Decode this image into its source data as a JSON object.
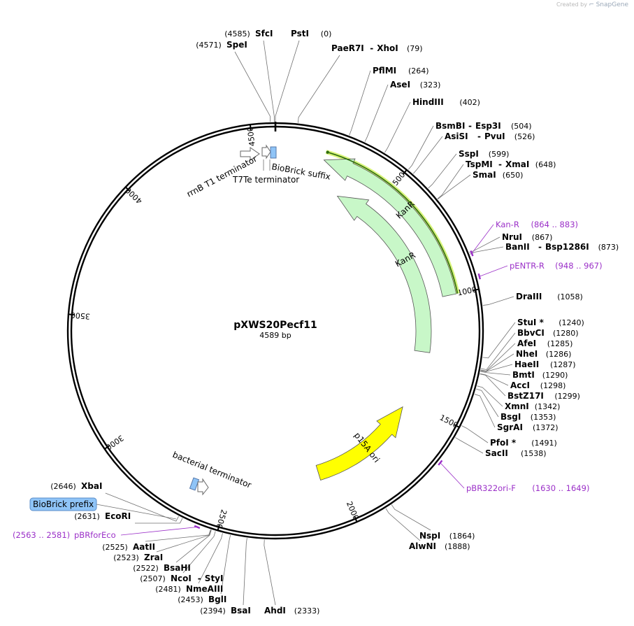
{
  "credit": {
    "prefix": "Created by",
    "brand": "SnapGene"
  },
  "plasmid": {
    "name": "pXWS20Pecf11",
    "size": 4589,
    "size_label": "4589 bp"
  },
  "ticks": [
    {
      "bp": 500,
      "label": "500"
    },
    {
      "bp": 1000,
      "label": "1000"
    },
    {
      "bp": 1500,
      "label": "1500"
    },
    {
      "bp": 2000,
      "label": "2000"
    },
    {
      "bp": 2500,
      "label": "2500"
    },
    {
      "bp": 3000,
      "label": "3000"
    },
    {
      "bp": 3500,
      "label": "3500"
    },
    {
      "bp": 4000,
      "label": "4000"
    },
    {
      "bp": 4500,
      "label": "4500"
    }
  ],
  "enzymes": [
    {
      "bp": 4585,
      "name": "SfcI",
      "pos": "(4585)",
      "side": "L"
    },
    {
      "bp": 4571,
      "name": "SpeI",
      "pos": "(4571)",
      "side": "L"
    },
    {
      "bp": 0,
      "name": "PstI",
      "pos": "(0)",
      "side": "R"
    },
    {
      "bp": 79,
      "name": "PaeR7I",
      "name2": "XhoI",
      "pos": "(79)",
      "side": "R"
    },
    {
      "bp": 264,
      "name": "PflMI",
      "pos": "(264)",
      "side": "R"
    },
    {
      "bp": 323,
      "name": "AseI",
      "pos": "(323)",
      "side": "R"
    },
    {
      "bp": 402,
      "name": "HindIII",
      "pos": "(402)",
      "side": "R"
    },
    {
      "bp": 504,
      "name": "BsmBI",
      "name2": "Esp3I",
      "pos": "(504)",
      "side": "R"
    },
    {
      "bp": 526,
      "name": "AsiSI",
      "name2": "PvuI",
      "pos": "(526)",
      "side": "R"
    },
    {
      "bp": 599,
      "name": "SspI",
      "pos": "(599)",
      "side": "R"
    },
    {
      "bp": 648,
      "name": "TspMI",
      "name2": "XmaI",
      "pos": "(648)",
      "side": "R"
    },
    {
      "bp": 650,
      "name": "SmaI",
      "pos": "(650)",
      "side": "R"
    },
    {
      "bp": 867,
      "name": "NruI",
      "pos": "(867)",
      "side": "R"
    },
    {
      "bp": 873,
      "name": "BanII",
      "name2": "Bsp1286I",
      "pos": "(873)",
      "side": "R"
    },
    {
      "bp": 1058,
      "name": "DraIII",
      "pos": "(1058)",
      "side": "R"
    },
    {
      "bp": 1240,
      "name": "StuI *",
      "pos": "(1240)",
      "side": "R"
    },
    {
      "bp": 1280,
      "name": "BbvCI",
      "pos": "(1280)",
      "side": "R"
    },
    {
      "bp": 1285,
      "name": "AfeI",
      "pos": "(1285)",
      "side": "R"
    },
    {
      "bp": 1286,
      "name": "NheI",
      "pos": "(1286)",
      "side": "R"
    },
    {
      "bp": 1287,
      "name": "HaeII",
      "pos": "(1287)",
      "side": "R"
    },
    {
      "bp": 1290,
      "name": "BmtI",
      "pos": "(1290)",
      "side": "R"
    },
    {
      "bp": 1298,
      "name": "AccI",
      "pos": "(1298)",
      "side": "R"
    },
    {
      "bp": 1299,
      "name": "BstZ17I",
      "pos": "(1299)",
      "side": "R"
    },
    {
      "bp": 1342,
      "name": "XmnI",
      "pos": "(1342)",
      "side": "R"
    },
    {
      "bp": 1353,
      "name": "BsgI",
      "pos": "(1353)",
      "side": "R"
    },
    {
      "bp": 1372,
      "name": "SgrAI",
      "pos": "(1372)",
      "side": "R"
    },
    {
      "bp": 1491,
      "name": "PfoI *",
      "pos": "(1491)",
      "side": "R"
    },
    {
      "bp": 1538,
      "name": "SacII",
      "pos": "(1538)",
      "side": "R"
    },
    {
      "bp": 1864,
      "name": "NspI",
      "pos": "(1864)",
      "side": "R"
    },
    {
      "bp": 1888,
      "name": "AlwNI",
      "pos": "(1888)",
      "side": "R"
    },
    {
      "bp": 2333,
      "name": "AhdI",
      "pos": "(2333)",
      "side": "R"
    },
    {
      "bp": 2394,
      "name": "BsaI",
      "pos": "(2394)",
      "side": "L"
    },
    {
      "bp": 2453,
      "name": "BglI",
      "pos": "(2453)",
      "side": "L"
    },
    {
      "bp": 2481,
      "name": "NmeAIII",
      "pos": "(2481)",
      "side": "L"
    },
    {
      "bp": 2507,
      "name": "NcoI",
      "name2": "StyI",
      "pos": "(2507)",
      "side": "L"
    },
    {
      "bp": 2522,
      "name": "BsaHI",
      "pos": "(2522)",
      "side": "L"
    },
    {
      "bp": 2523,
      "name": "ZraI",
      "pos": "(2523)",
      "side": "L"
    },
    {
      "bp": 2525,
      "name": "AatII",
      "pos": "(2525)",
      "side": "L"
    },
    {
      "bp": 2631,
      "name": "EcoRI",
      "pos": "(2631)",
      "side": "L"
    },
    {
      "bp": 2646,
      "name": "XbaI",
      "pos": "(2646)",
      "side": "L"
    }
  ],
  "primers": [
    {
      "name": "Kan-R",
      "range": "(864 .. 883)",
      "bp": 873
    },
    {
      "name": "pENTR-R",
      "range": "(948 .. 967)",
      "bp": 957
    },
    {
      "name": "pBR322ori-F",
      "range": "(1630 .. 1649)",
      "bp": 1640
    },
    {
      "name": "pBRforEco",
      "range": "(2563 .. 2581)",
      "bp": 2572
    }
  ],
  "features": [
    {
      "name": "KanR",
      "start": 202,
      "end": 1000,
      "track": "outer",
      "color": "#c8f7c8",
      "direction": "ccw"
    },
    {
      "name": "KanR",
      "start": 315,
      "end": 1250,
      "track": "inner",
      "color": "#c8f7c8",
      "direction": "ccw"
    },
    {
      "name": "p15A ori",
      "start": 1540,
      "end": 2080,
      "track": "inner",
      "color": "#ffff00",
      "direction": "ccw"
    },
    {
      "name": "rrnB T1 terminator",
      "track": "term"
    },
    {
      "name": "T7Te terminator",
      "track": "term"
    },
    {
      "name": "BioBrick suffix",
      "track": "term"
    },
    {
      "name": "bacterial terminator",
      "track": "term"
    },
    {
      "name": "BioBrick prefix",
      "highlight": "#8fc4f7"
    }
  ],
  "colors": {
    "backbone": "#000000",
    "primer": "#9b30c8",
    "selected": "#2e6b10",
    "selected_glow": "#d8f47a"
  }
}
